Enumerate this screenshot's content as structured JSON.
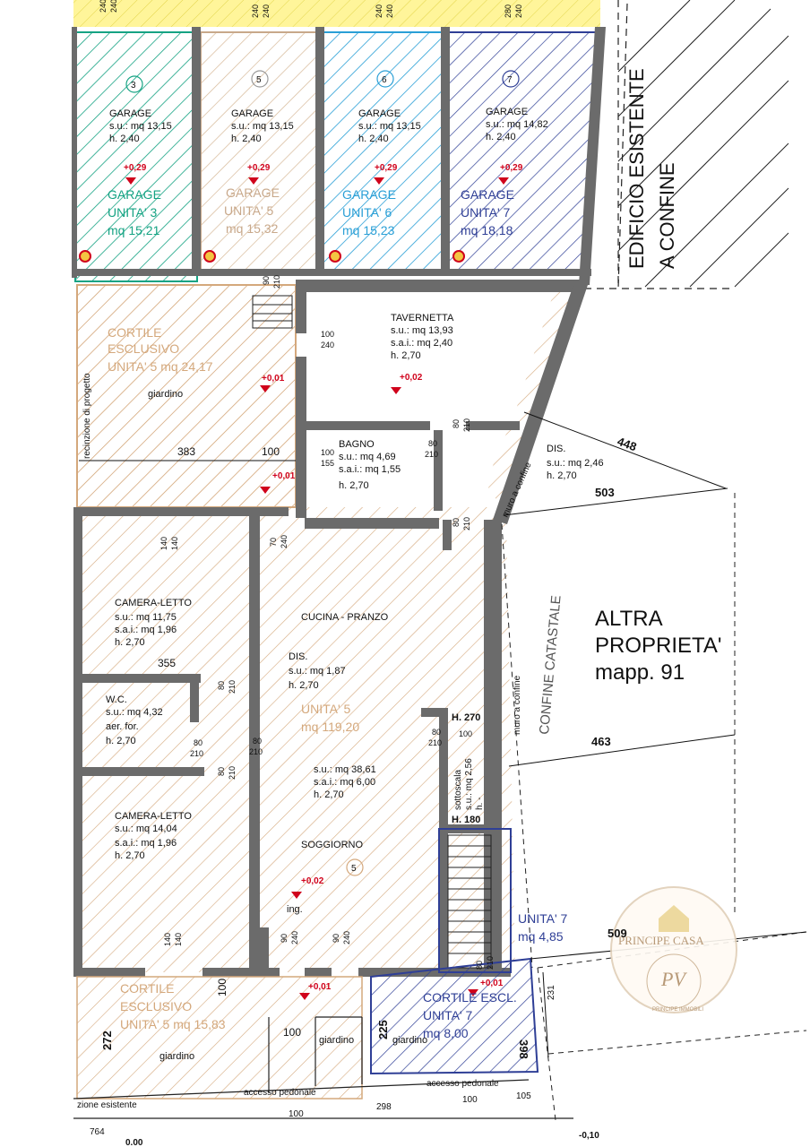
{
  "colors": {
    "garage3": "#15a383",
    "garage5": "#c8a88a",
    "garage6": "#2a9fd6",
    "garage7": "#2f3f96",
    "unit5": "#d4a87c",
    "unit7": "#2f3f96",
    "wall": "#6b6b6b",
    "red": "#d0021b",
    "top_strip": "#fff59a"
  },
  "top": {
    "dims": [
      "240",
      "240",
      "240",
      "240",
      "240",
      "240",
      "280",
      "240"
    ]
  },
  "garages": [
    {
      "num": "3",
      "name": "GARAGE",
      "su": "s.u.: mq 13,15",
      "h": "h. 2,40",
      "level": "+0,29",
      "unit_a": "GARAGE",
      "unit_b": "UNITA' 3",
      "unit_c": "mq 15,21"
    },
    {
      "num": "5",
      "name": "GARAGE",
      "su": "s.u.: mq 13,15",
      "h": "h. 2,40",
      "level": "+0,29",
      "unit_a": "GARAGE",
      "unit_b": "UNITA' 5",
      "unit_c": "mq 15,32"
    },
    {
      "num": "6",
      "name": "GARAGE",
      "su": "s.u.: mq 13,15",
      "h": "h. 2,40",
      "level": "+0,29",
      "unit_a": "GARAGE",
      "unit_b": "UNITA' 6",
      "unit_c": "mq 15,23"
    },
    {
      "num": "7",
      "name": "GARAGE",
      "su": "s.u.: mq 14,82",
      "h": "h. 2,40",
      "level": "+0,29",
      "unit_a": "GARAGE",
      "unit_b": "UNITA' 7",
      "unit_c": "mq 18,18"
    }
  ],
  "edificio": {
    "line1": "EDIFICIO ESISTENTE",
    "line2": "A CONFINE"
  },
  "cortile_top": {
    "l1": "CORTILE",
    "l2": "ESCLUSIVO",
    "l3": "UNITA' 5 mq 24,17",
    "garden": "giardino",
    "recinzione": "recinzione di progetto",
    "dim383": "383",
    "dim100": "100",
    "lvl1": "+0,01",
    "lvl2": "+0,01"
  },
  "stair_dims": {
    "a": "90",
    "b": "210"
  },
  "tavernetta": {
    "name": "TAVERNETTA",
    "su": "s.u.: mq 13,93",
    "sai": "s.a.i.: mq 2,40",
    "h": "h. 2,70",
    "level": "+0,02",
    "door_a": "100",
    "door_b": "240",
    "door2_a": "80",
    "door2_b": "210"
  },
  "bagno": {
    "name": "BAGNO",
    "su": "s.u.: mq 4,69",
    "sai": "s.a.i.: mq 1,55",
    "h": "h. 2,70",
    "door_a": "100",
    "door_b": "155",
    "d2a": "80",
    "d2b": "210"
  },
  "dis_top": {
    "name": "DIS.",
    "su": "s.u.: mq 2,46",
    "h": "h. 2,70",
    "d_a": "80",
    "d_b": "210"
  },
  "measures": {
    "m448": "448",
    "m503": "503",
    "m463": "463",
    "m509": "509",
    "muro1": "muro a confine",
    "muro2": "muro a confine",
    "confine": "CONFINE CATASTALE"
  },
  "altra": {
    "l1": "ALTRA",
    "l2": "PROPRIETA'",
    "l3": "mapp. 91"
  },
  "camera1": {
    "name": "CAMERA-LETTO",
    "su": "s.u.: mq 11,75",
    "sai": "s.a.i.: mq 1,96",
    "h": "h. 2,70",
    "d_a": "140",
    "d_b": "140",
    "w": "355"
  },
  "wc": {
    "name": "W.C.",
    "su": "s.u.: mq 4,32",
    "aer": "aer. for.",
    "h": "h. 2,70",
    "d_a": "80",
    "d_b": "210"
  },
  "cucina": {
    "name": "CUCINA - PRANZO",
    "door_a": "70",
    "door_b": "240"
  },
  "dis_mid": {
    "name": "DIS.",
    "su": "s.u.: mq 1,87",
    "h": "h. 2,70",
    "unit": "UNITA' 5",
    "area": "mq 119,20"
  },
  "soggiorno": {
    "su": "s.u.: mq 38,61",
    "sai": "s.a.i.: mq 6,00",
    "h": "h. 2,70",
    "name": "SOGGIORNO",
    "num": "5",
    "level": "+0,02",
    "ing": "ing."
  },
  "doors_mid": {
    "a80": "80",
    "a210": "210",
    "b80": "80",
    "b210": "210",
    "c80": "80",
    "c210": "210",
    "d80": "80",
    "d210": "210"
  },
  "sottoscala": {
    "h270": "H. 270",
    "w100": "100",
    "label": "sottoscala",
    "su": "s.u.: mq 2,56",
    "h": "h. -",
    "h180": "H. 180",
    "d80": "80",
    "d210": "210"
  },
  "camera2": {
    "name": "CAMERA-LETTO",
    "su": "s.u.: mq 14,04",
    "sai": "s.a.i.: mq 1,96",
    "h": "h. 2,70",
    "d_a": "140",
    "d_b": "140"
  },
  "front_doors": {
    "a": "90",
    "b": "240",
    "c": "90",
    "d": "240"
  },
  "unita7": {
    "l1": "UNITA' 7",
    "l2": "mq 4,85"
  },
  "cortile_bot": {
    "l1": "CORTILE",
    "l2": "ESCLUSIVO",
    "l3": "UNITA' 5 mq 15,83",
    "garden1": "giardino",
    "garden2": "giardino",
    "d100a": "100",
    "d100b": "100",
    "d272": "272",
    "level": "+0,01"
  },
  "cortile7": {
    "l1": "CORTILE ESCL.",
    "l2": "UNITA' 7",
    "l3": "mq 8,00",
    "d225": "225",
    "garden": "giardino",
    "level": "+0,01",
    "d398": "398",
    "d231": "231"
  },
  "bottom": {
    "recinzione": "zione esistente",
    "accesso1": "accesso pedonale",
    "accesso2": "accesso pedonale",
    "d100a": "100",
    "d298": "298",
    "d100b": "100",
    "d105": "105",
    "d764": "764",
    "z000": "0.00",
    "z010": "-0,10"
  },
  "watermark": {
    "name": "PRINCIPE CASA",
    "mono": "PV",
    "sub": "PRINCIPE IMMOBILI"
  }
}
